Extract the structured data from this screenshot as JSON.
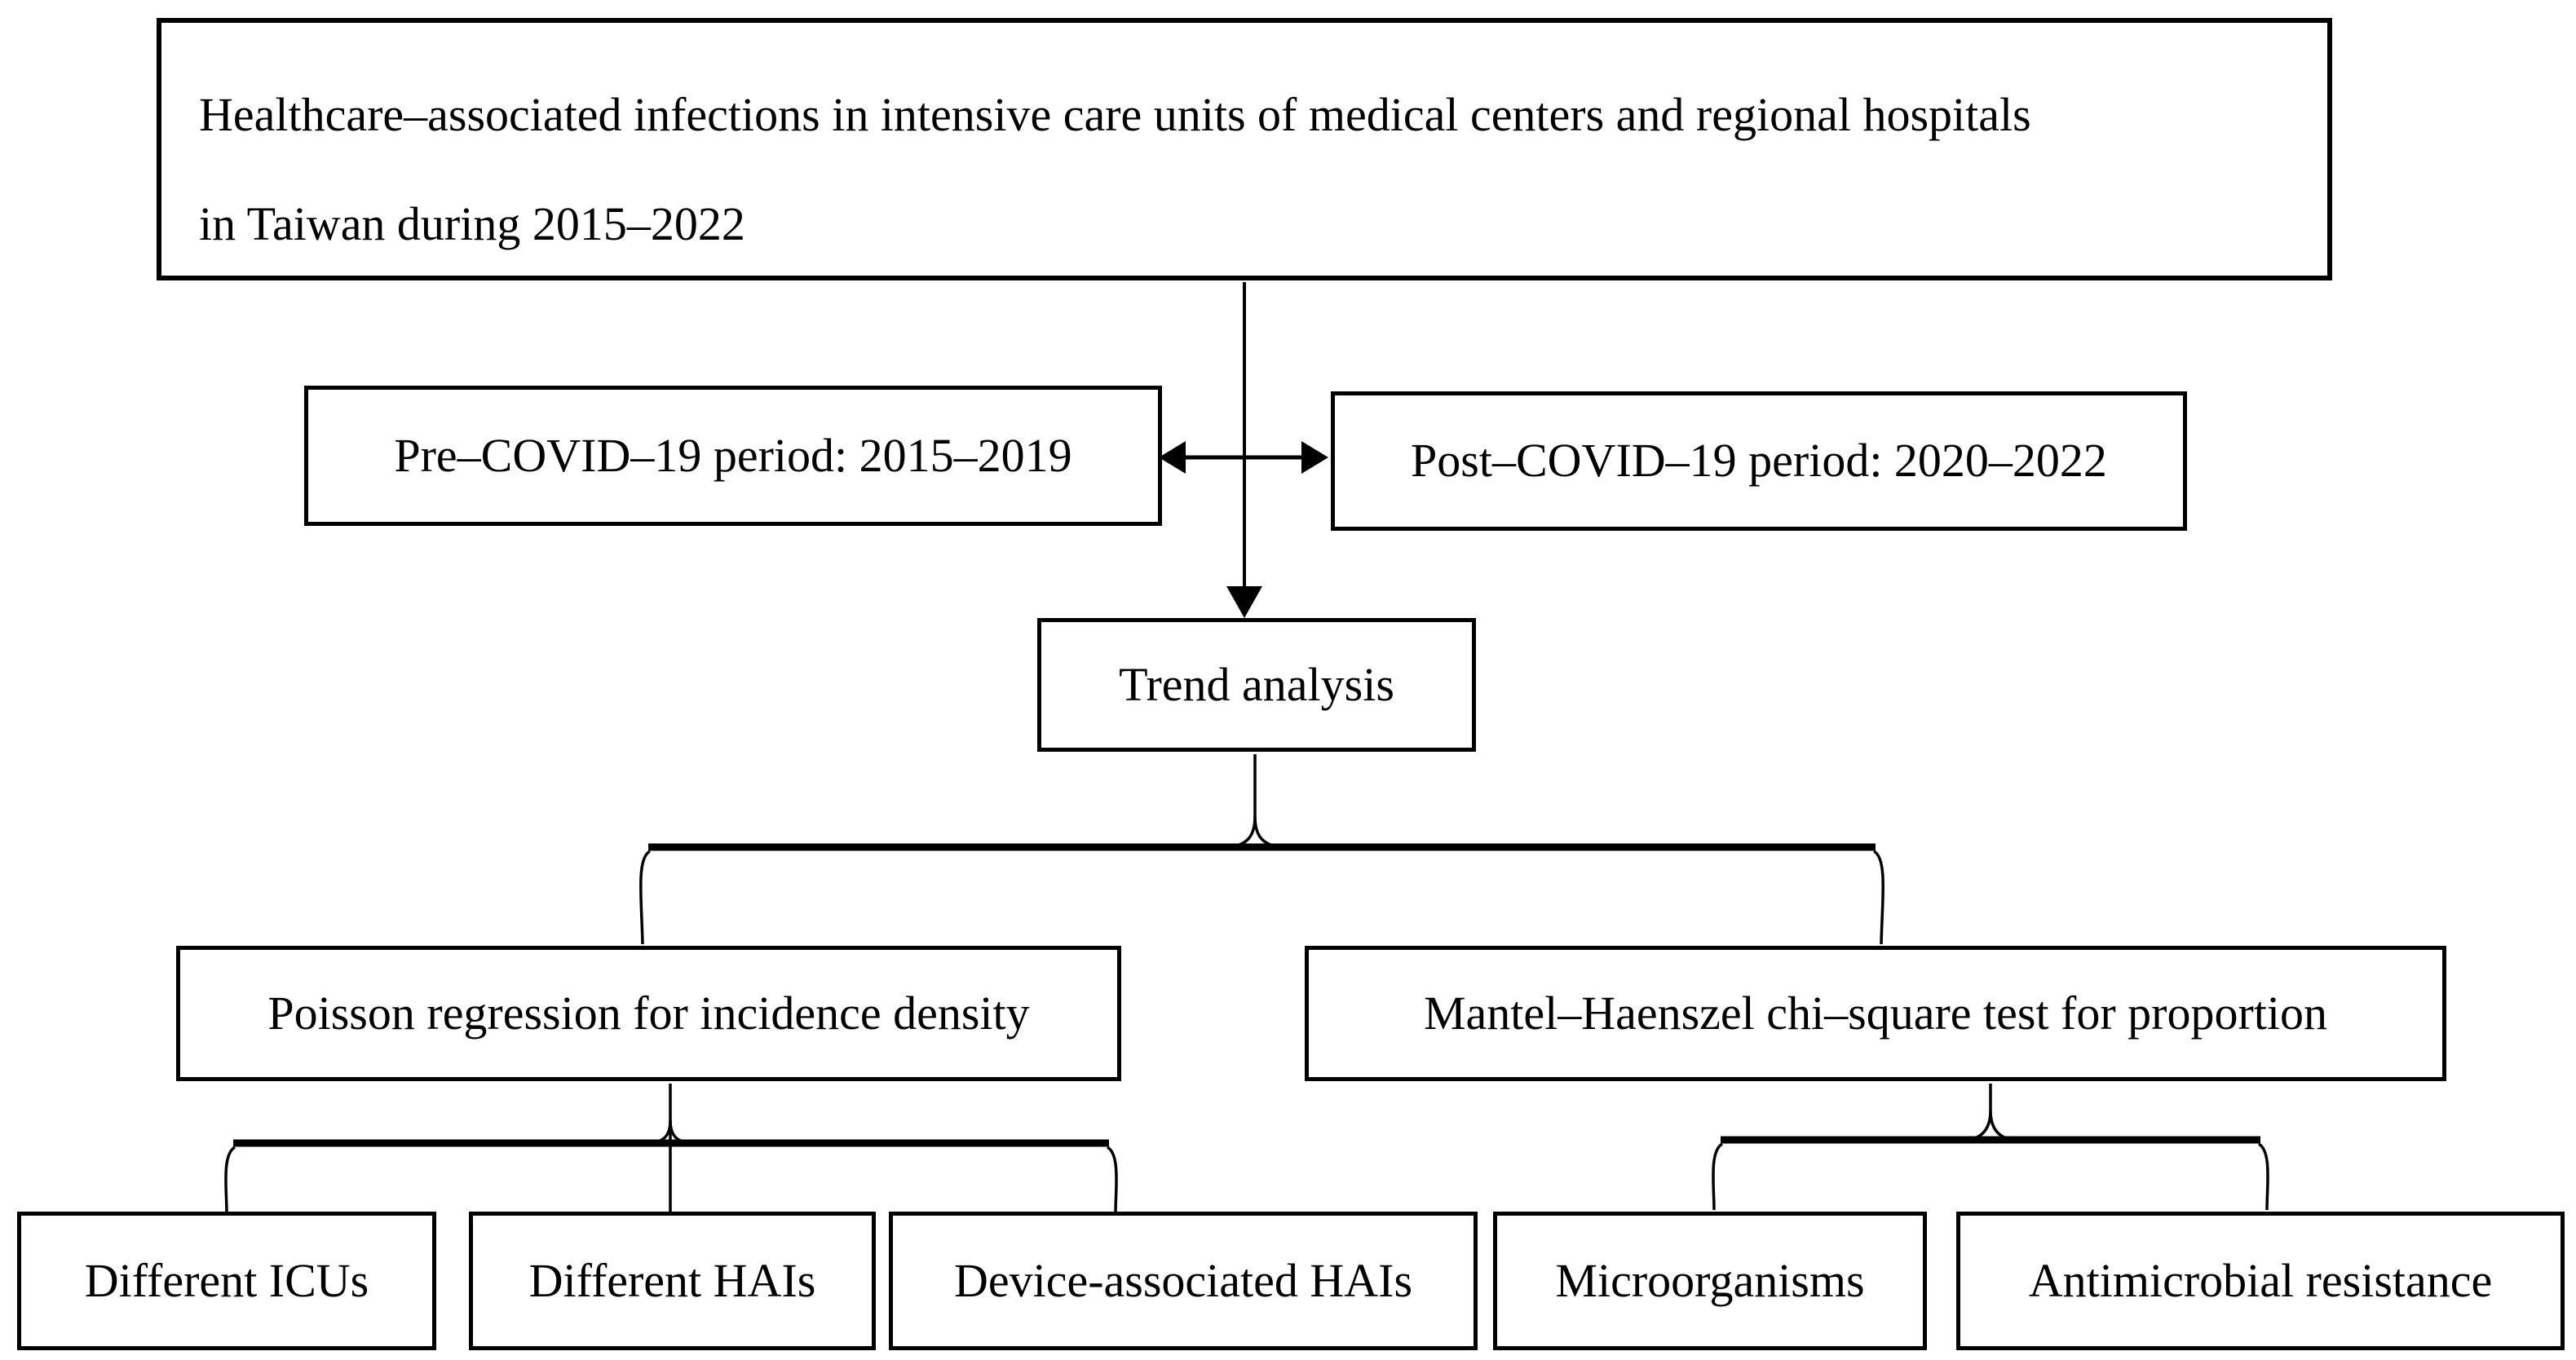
{
  "flowchart": {
    "title_box": {
      "line1": "Healthcare–associated infections in intensive care units of medical centers and regional hospitals",
      "line2": "in Taiwan during 2015–2022"
    },
    "period_boxes": {
      "pre": "Pre–COVID–19 period: 2015–2019",
      "post": "Post–COVID–19 period: 2020–2022"
    },
    "analysis_box": "Trend analysis",
    "method_boxes": {
      "poisson": "Poisson regression for incidence density",
      "mantel": "Mantel–Haenszel chi–square test for proportion"
    },
    "outcome_boxes": {
      "different_icus": "Different ICUs",
      "different_hais": "Different HAIs",
      "device_hais": "Device-associated HAIs",
      "microorganisms": "Microorganisms",
      "antimicrobial_resistance": "Antimicrobial resistance"
    },
    "colors": {
      "line": "#000000",
      "background": "#ffffff",
      "box_fill": "#ffffff"
    }
  }
}
